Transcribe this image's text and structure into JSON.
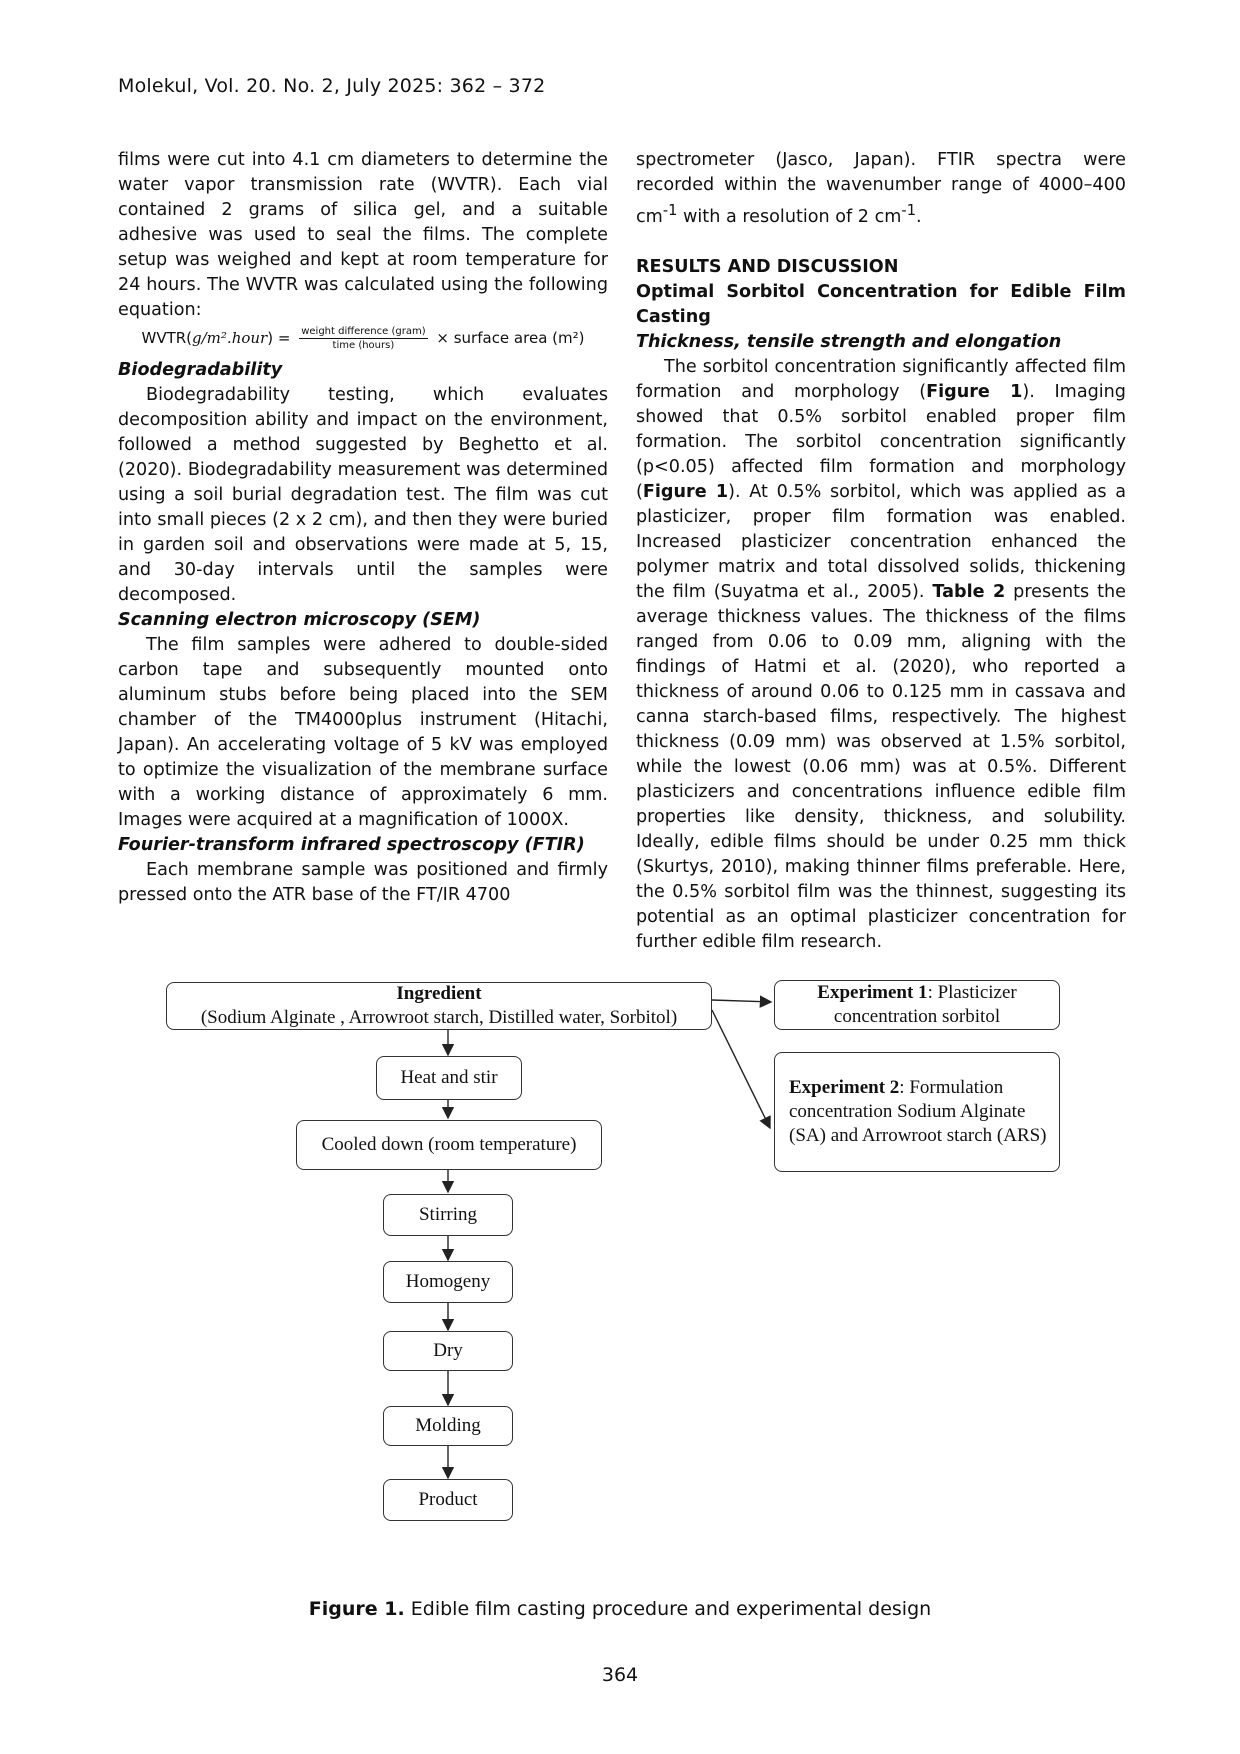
{
  "running_head": "Molekul, Vol. 20. No. 2, July 2025: 362 – 372",
  "left_column": {
    "para_intro": "films were cut into 4.1 cm diameters to determine the water vapor transmission rate (WVTR). Each vial contained 2 grams of silica gel, and a suitable adhesive was used to seal the films. The complete setup was weighed and kept at room temperature for 24 hours. The WVTR was calculated using the following equation:",
    "equation": {
      "lhs_prefix": "WVTR(",
      "lhs_var": "g/m².hour",
      "lhs_suffix": ") =",
      "numerator": "weight difference (gram)",
      "denominator": "time (hours)",
      "rhs": "× surface area (m²)"
    },
    "biodegradability_heading": "Biodegradability",
    "biodegradability_text": "Biodegradability testing, which evaluates decomposition ability and impact on the environment, followed a method suggested by Beghetto et al. (2020). Biodegradability measurement was determined using a soil burial degradation test. The film was cut into small pieces (2 x 2 cm), and then they were buried in garden soil and observations were made at 5, 15, and 30-day intervals until the samples were decomposed.",
    "sem_heading": "Scanning electron microscopy (SEM)",
    "sem_text": "The film samples were adhered to double-sided carbon tape and subsequently mounted onto aluminum stubs before being placed into the SEM chamber of the TM4000plus instrument (Hitachi, Japan). An accelerating voltage of 5 kV was employed to optimize the visualization of the membrane surface with a working distance of approximately 6 mm. Images were acquired at a magnification of 1000X.",
    "ftir_heading": "Fourier-transform infrared spectroscopy (FTIR)",
    "ftir_text": "Each membrane sample was positioned and firmly pressed onto the ATR base of the FT/IR 4700"
  },
  "right_column": {
    "para_continue_1": "spectrometer (Jasco, Japan). FTIR spectra were recorded within the wavenumber range of 4000–400 cm",
    "sup_1": "-1",
    "para_continue_2": " with a resolution of 2 cm",
    "sup_2": "-1",
    "para_continue_3": ".",
    "results_heading": "RESULTS AND DISCUSSION",
    "section_heading": "Optimal Sorbitol Concentration for Edible Film Casting",
    "subsection_heading": "Thickness, tensile strength and elongation",
    "p1": "The sorbitol concentration significantly affected film formation and morphology (",
    "fig_ref_1": "Figure 1",
    "p2": "). Imaging showed that 0.5% sorbitol enabled proper film formation. The sorbitol concentration significantly (p<0.05) affected film formation and morphology (",
    "fig_ref_2": "Figure 1",
    "p3": "). At 0.5% sorbitol, which was applied as a plasticizer, proper film formation was enabled. Increased plasticizer concentration enhanced the polymer matrix and total dissolved solids, thickening the film (Suyatma et al., 2005). ",
    "table_ref": "Table 2",
    "p4": " presents the average thickness values. The thickness of the films ranged from 0.06 to 0.09 mm, aligning with the findings of Hatmi et al. (2020), who reported a thickness of around 0.06 to 0.125 mm in cassava and canna starch-based films, respectively. The highest thickness (0.09 mm) was observed at 1.5% sorbitol, while the lowest (0.06 mm) was at 0.5%. Different plasticizers and concentrations influence edible film properties like density, thickness, and solubility. Ideally, edible films should be under 0.25 mm thick (Skurtys, 2010), making thinner films preferable. Here, the 0.5% sorbitol film was the thinnest, suggesting its potential as an optimal plasticizer concentration for further edible film research."
  },
  "flowchart": {
    "ingredient_title": "Ingredient",
    "ingredient_list": "(Sodium Alginate , Arrowroot starch, Distilled water, Sorbitol)",
    "steps": [
      "Heat and stir",
      "Cooled down (room temperature)",
      "Stirring",
      "Homogeny",
      "Dry",
      "Molding",
      "Product"
    ],
    "exp1_label": "Experiment 1",
    "exp1_text": ": Plasticizer concentration sorbitol",
    "exp2_label": "Experiment 2",
    "exp2_text": ": Formulation concentration Sodium Alginate (SA) and Arrowroot starch (ARS)"
  },
  "caption": {
    "label": "Figure 1.",
    "text": " Edible film casting procedure and experimental design"
  },
  "page_number": "364"
}
